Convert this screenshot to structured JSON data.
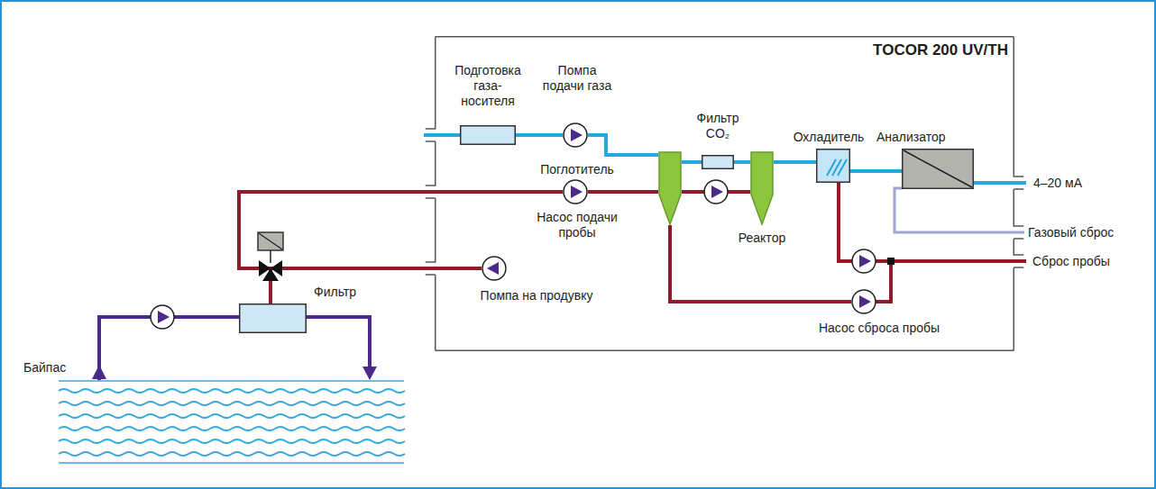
{
  "diagram": {
    "nodes": [
      {
        "text": [
          "TOCOR 200 UV/TH"
        ]
      },
      {
        "text": [
          "Подготовка газа-носителя"
        ],
        "in": 0
      },
      {
        "text": [
          "Помпа подачи газа"
        ],
        "in": 0
      },
      {
        "text": [
          "Поглотитель"
        ],
        "in": 0
      },
      {
        "text": [
          "Насос подачи пробы"
        ],
        "in": 0
      },
      {
        "text": [
          "Фильтр CO₂"
        ],
        "in": 0
      },
      {
        "text": [
          "Реактор"
        ],
        "in": 0
      },
      {
        "text": [
          "Охладитель"
        ],
        "in": 0
      },
      {
        "text": [
          "Анализатор"
        ],
        "in": 0
      },
      {
        "text": [
          "Помпа на продувку"
        ],
        "in": 0
      },
      {
        "text": [
          "Насос сброса пробы"
        ],
        "in": 0
      },
      {
        "text": [
          "Фильтр"
        ]
      },
      {
        "text": [
          "Байпас"
        ]
      }
    ],
    "edges": [
      {
        "from": 1,
        "to": 2,
        "arrow": "none"
      },
      {
        "from": 2,
        "to": 3,
        "arrow": "none"
      },
      {
        "from": 3,
        "to": 5,
        "arrow": "none"
      },
      {
        "from": 5,
        "to": 6,
        "arrow": "none"
      },
      {
        "from": 6,
        "to": 7,
        "arrow": "none"
      },
      {
        "from": 7,
        "to": 8,
        "arrow": "none"
      },
      {
        "from": 4,
        "to": 3,
        "arrow": "none"
      },
      {
        "from": 3,
        "to": 6,
        "arrow": "none"
      },
      {
        "from": 3,
        "to": 10,
        "arrow": "none"
      },
      {
        "from": 11,
        "to": 4,
        "arrow": "none"
      },
      {
        "from": 11,
        "to": 9,
        "arrow": "none"
      },
      {
        "from": 12,
        "to": 11,
        "arrow": "none"
      },
      {
        "from": 11,
        "to": 12,
        "arrow": "to"
      }
    ],
    "labels": [
      "4–20 мА",
      "Газовый сброс",
      "Сброс пробы"
    ]
  }
}
